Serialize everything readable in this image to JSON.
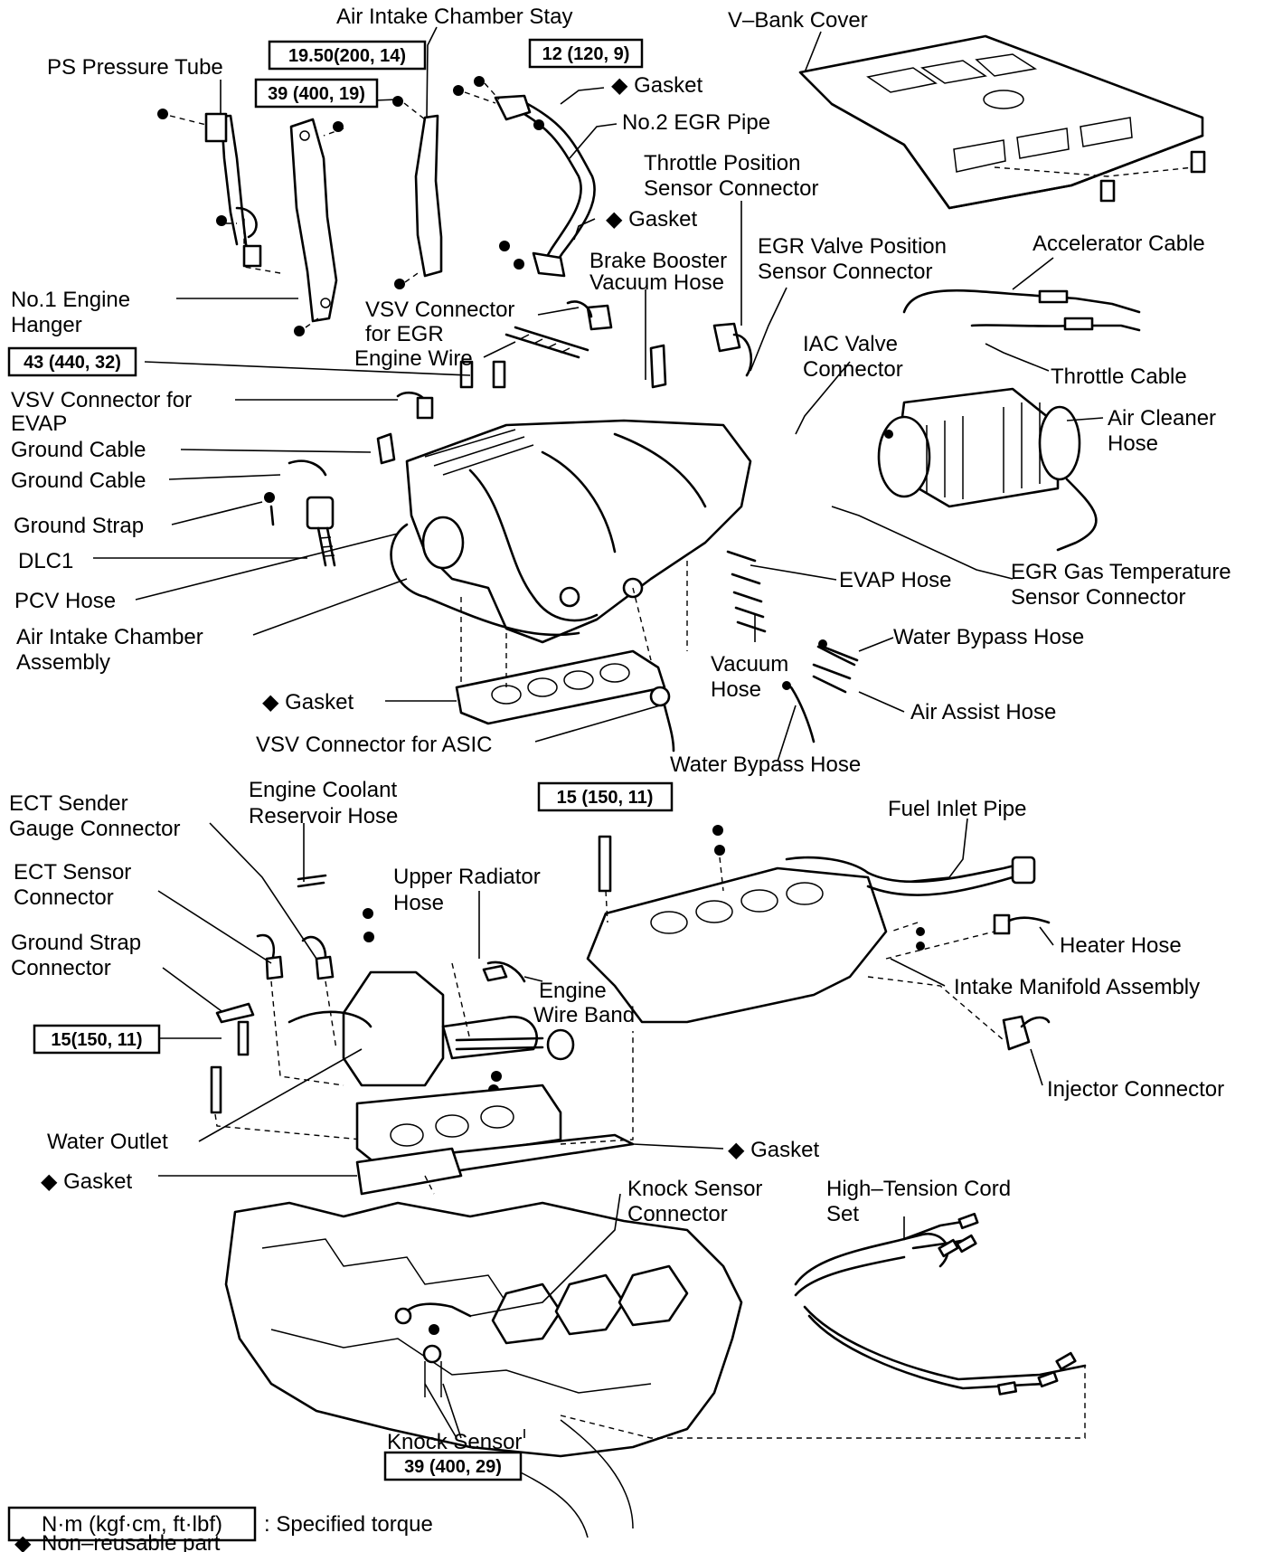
{
  "labels": {
    "air_intake_chamber_stay": "Air Intake Chamber Stay",
    "v_bank_cover": "V–Bank Cover",
    "ps_pressure_tube": "PS Pressure Tube",
    "gasket": "Gasket",
    "no2_egr_pipe": "No.2 EGR Pipe",
    "throttle_position_sensor_connector_1": "Throttle Position",
    "throttle_position_sensor_connector_2": "Sensor Connector",
    "brake_booster_vacuum_hose_1": "Brake Booster",
    "brake_booster_vacuum_hose_2": "Vacuum Hose",
    "egr_valve_position_sensor_connector_1": "EGR Valve Position",
    "egr_valve_position_sensor_connector_2": "Sensor Connector",
    "accelerator_cable": "Accelerator Cable",
    "no1_engine_hanger_1": "No.1 Engine",
    "no1_engine_hanger_2": "Hanger",
    "vsv_connector_for_egr_1": "VSV Connector",
    "vsv_connector_for_egr_2": "for EGR",
    "engine_wire": "Engine Wire",
    "iac_valve_connector_1": "IAC Valve",
    "iac_valve_connector_2": "Connector",
    "throttle_cable": "Throttle Cable",
    "vsv_connector_for_evap_1": "VSV Connector for",
    "vsv_connector_for_evap_2": "EVAP",
    "air_cleaner_hose_1": "Air Cleaner",
    "air_cleaner_hose_2": "Hose",
    "ground_cable": "Ground Cable",
    "ground_strap": "Ground Strap",
    "dlc1": "DLC1",
    "pcv_hose": "PCV Hose",
    "evap_hose": "EVAP Hose",
    "egr_gas_temperature_sensor_connector_1": "EGR Gas Temperature",
    "egr_gas_temperature_sensor_connector_2": "Sensor Connector",
    "air_intake_chamber_assembly_1": "Air Intake Chamber",
    "air_intake_chamber_assembly_2": "Assembly",
    "water_bypass_hose": "Water Bypass Hose",
    "vacuum_hose_1": "Vacuum",
    "vacuum_hose_2": "Hose",
    "air_assist_hose": "Air Assist Hose",
    "vsv_connector_for_asic": "VSV Connector for ASIC",
    "ect_sender_gauge_connector_1": "ECT Sender",
    "ect_sender_gauge_connector_2": "Gauge Connector",
    "engine_coolant_reservoir_hose_1": "Engine Coolant",
    "engine_coolant_reservoir_hose_2": "Reservoir Hose",
    "fuel_inlet_pipe": "Fuel Inlet Pipe",
    "ect_sensor_connector_1": "ECT Sensor",
    "ect_sensor_connector_2": "Connector",
    "upper_radiator_hose_1": "Upper Radiator",
    "upper_radiator_hose_2": "Hose",
    "heater_hose": "Heater Hose",
    "ground_strap_connector_1": "Ground Strap",
    "ground_strap_connector_2": "Connector",
    "engine_wire_band_1": "Engine",
    "engine_wire_band_2": "Wire Band",
    "intake_manifold_assembly": "Intake Manifold Assembly",
    "injector_connector": "Injector Connector",
    "water_outlet": "Water Outlet",
    "knock_sensor_connector_1": "Knock Sensor",
    "knock_sensor_connector_2": "Connector",
    "high_tension_cord_set_1": "High–Tension Cord",
    "high_tension_cord_set_2": "Set",
    "knock_sensor": "Knock Sensor"
  },
  "torques": {
    "t1": "19.50(200, 14)",
    "t2": "12 (120, 9)",
    "t3": "39 (400, 19)",
    "t4": "43 (440, 32)",
    "t5": "15 (150, 11)",
    "t6": "15(150, 11)",
    "t7": "39 (400, 29)"
  },
  "legend": {
    "torque_unit": "N·m (kgf·cm, ft·lbf)",
    "torque_text": ": Specified torque",
    "non_reusable_text": "Non–reusable part"
  },
  "symbols": {
    "non_reusable_marker": "◆"
  }
}
